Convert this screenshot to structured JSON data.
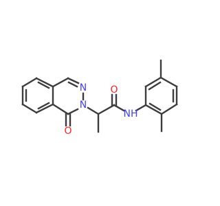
{
  "molecule": {
    "colors": {
      "bond": "#3c3c3c",
      "nitrogen": "#4040ff",
      "oxygen": "#ff2020",
      "background": "#ffffff"
    },
    "atoms": [
      {
        "id": "n_hydrazone",
        "label": "N",
        "element": "nitrogen"
      },
      {
        "id": "n_ring",
        "label": "N",
        "element": "nitrogen"
      },
      {
        "id": "o_ketone",
        "label": "O",
        "element": "oxygen"
      },
      {
        "id": "o_amide",
        "label": "O",
        "element": "oxygen"
      },
      {
        "id": "n_amide",
        "label": "NH",
        "element": "nitrogen"
      }
    ]
  }
}
